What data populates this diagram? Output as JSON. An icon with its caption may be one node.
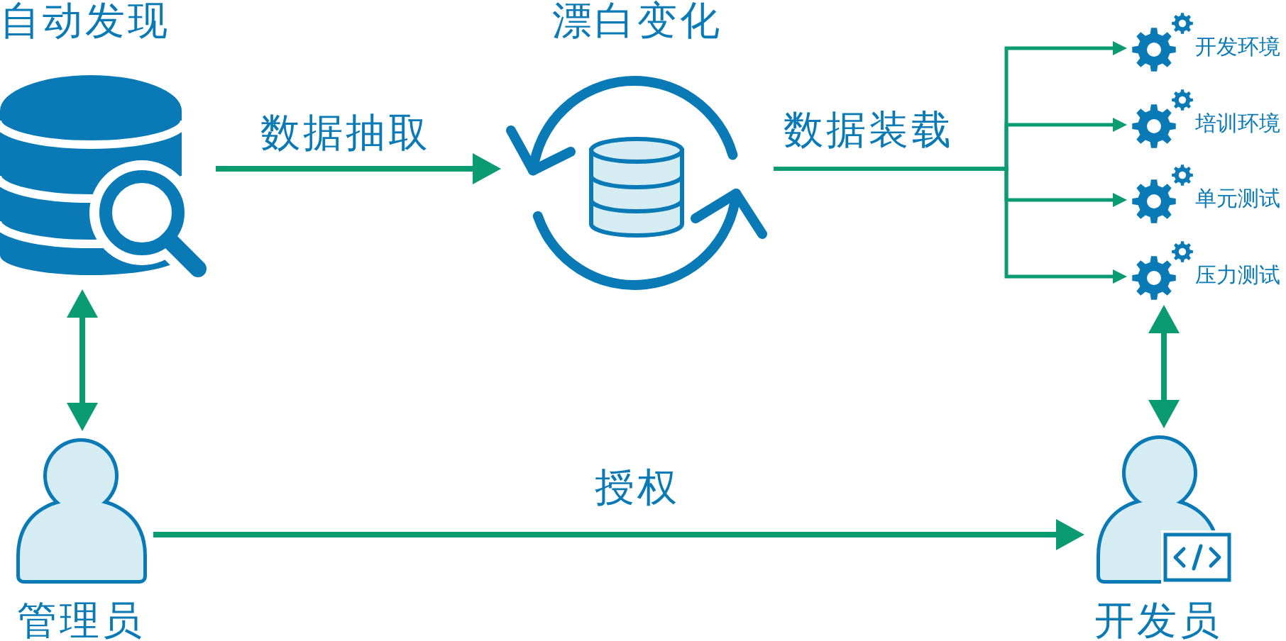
{
  "diagram": {
    "nodes": [
      {
        "text": [
          "自动发现"
        ]
      },
      {
        "text": [
          "漂白变化"
        ]
      },
      {
        "text": [
          "开发环境"
        ]
      },
      {
        "text": [
          "培训环境"
        ]
      },
      {
        "text": [
          "单元测试"
        ]
      },
      {
        "text": [
          "压力测试"
        ]
      },
      {
        "text": [
          "管理员"
        ]
      },
      {
        "text": [
          "开发员"
        ]
      }
    ],
    "edges": [
      {
        "from": 0,
        "to": 1,
        "arrow": "to",
        "label": "数据抽取"
      },
      {
        "from": 1,
        "to": 2,
        "arrow": "to",
        "label": "数据装载"
      },
      {
        "from": 1,
        "to": 3,
        "arrow": "to"
      },
      {
        "from": 1,
        "to": 4,
        "arrow": "to"
      },
      {
        "from": 1,
        "to": 5,
        "arrow": "to"
      },
      {
        "from": 0,
        "to": 6,
        "arrow": "both"
      },
      {
        "from": 6,
        "to": 7,
        "arrow": "to",
        "label": "授权"
      },
      {
        "from": 5,
        "to": 7,
        "arrow": "both"
      }
    ]
  }
}
